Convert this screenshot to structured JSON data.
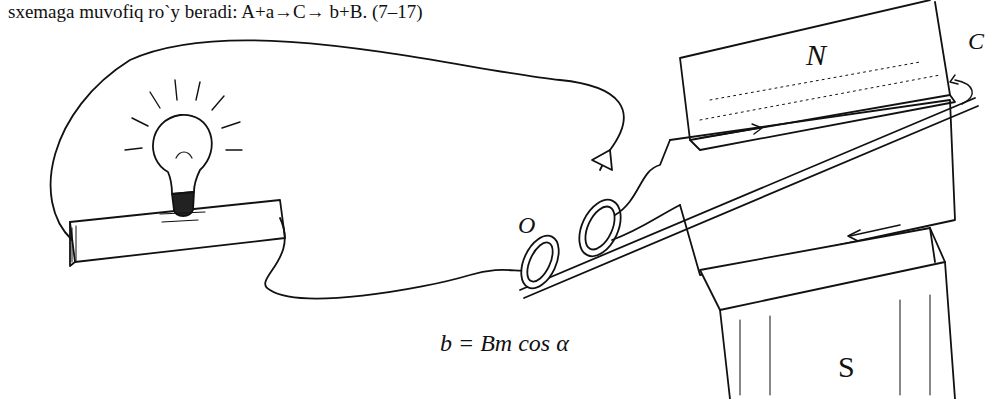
{
  "diagram": {
    "labels": [
      "sxemaga muvofiq ro`y beradi: A+a→C→ b+B. (7–17)",
      "N",
      "S",
      "C",
      "O",
      "b = Bm cos α"
    ]
  }
}
